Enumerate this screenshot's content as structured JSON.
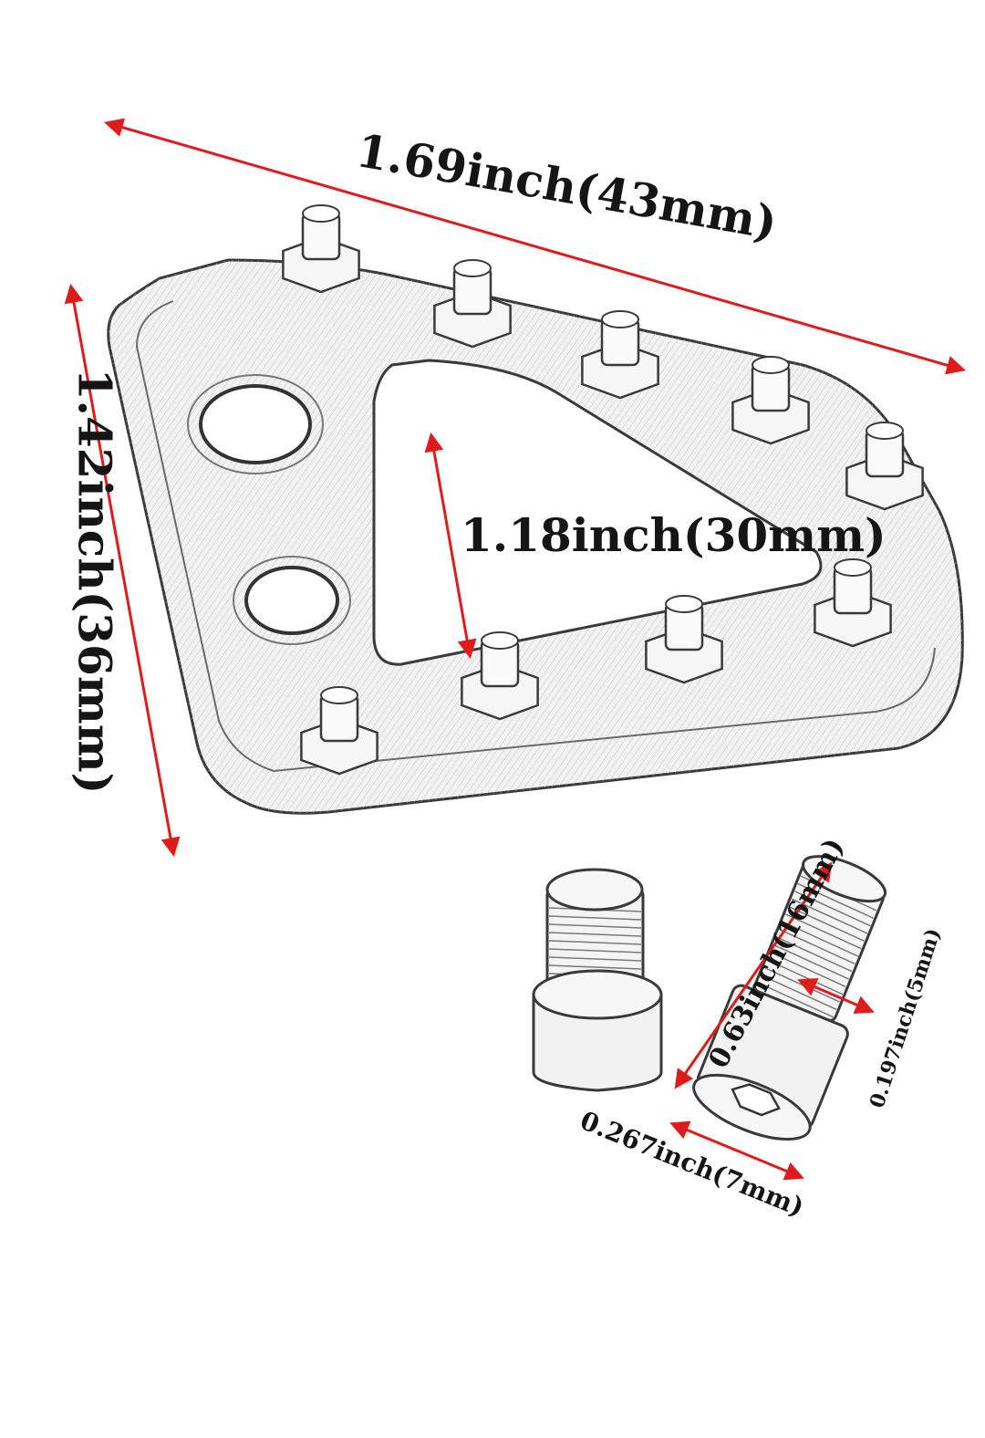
{
  "colors": {
    "dimension_arrow": "#e01b1b",
    "sketch_line": "#3a3a3a",
    "part_fill": "#f4f4f4",
    "label_text": "#151515"
  },
  "dimensions": {
    "overall_width": "1.69inch(43mm)",
    "overall_height": "1.42inch(36mm)",
    "inner_opening": "1.18inch(30mm)",
    "bolt_length": "0.63inch(16mm)",
    "bolt_thread_diameter": "0.197inch(5mm)",
    "bolt_head_diameter": "0.267inch(7mm)"
  }
}
